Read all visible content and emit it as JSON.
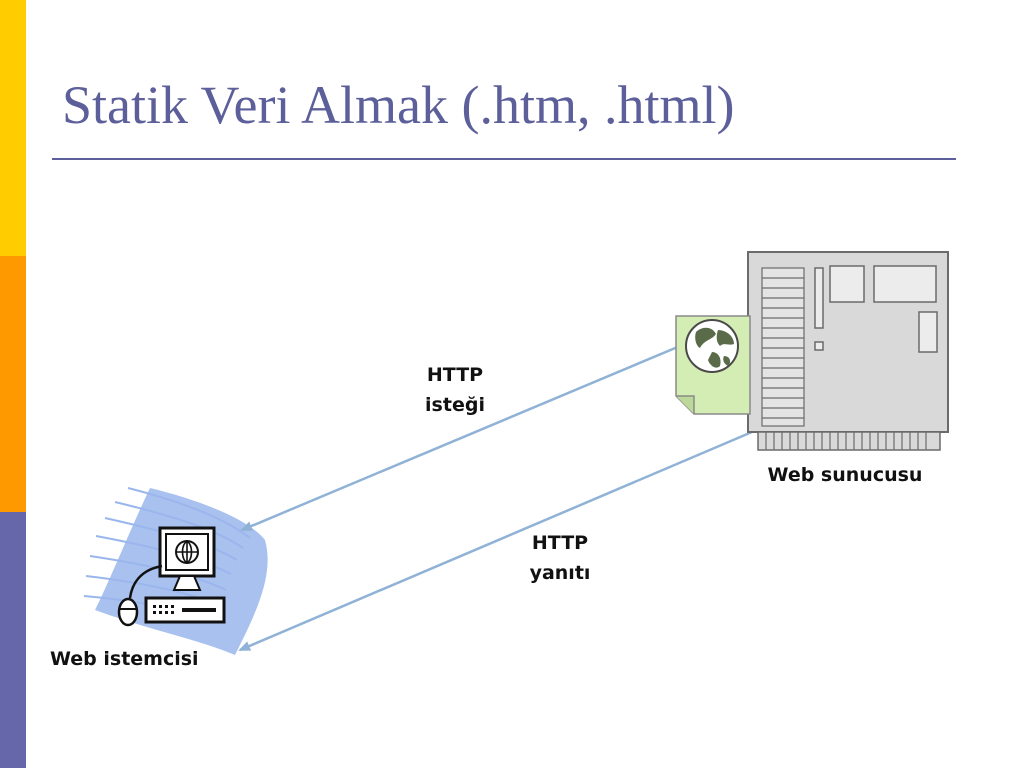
{
  "title": "Statik Veri Almak (.htm, .html)",
  "theme": {
    "bar_top": "#ffcc00",
    "bar_mid": "#ff9900",
    "bar_bot": "#6666aa",
    "title_color": "#5c5f9a",
    "rule_color": "#5c5f9a",
    "arrow_color": "#8fb2d6",
    "client_wave": "#9ab6ec",
    "document_fill": "#d4edb4"
  },
  "diagram": {
    "request_label_line1": "HTTP",
    "request_label_line2": "isteği",
    "response_label_line1": "HTTP",
    "response_label_line2": "yanıtı",
    "server_label": "Web sunucusu",
    "client_label": "Web istemcisi",
    "icons": [
      "server-icon",
      "web-page-icon",
      "globe-icon",
      "computer-icon",
      "mouse-icon",
      "keyboard-icon"
    ]
  }
}
